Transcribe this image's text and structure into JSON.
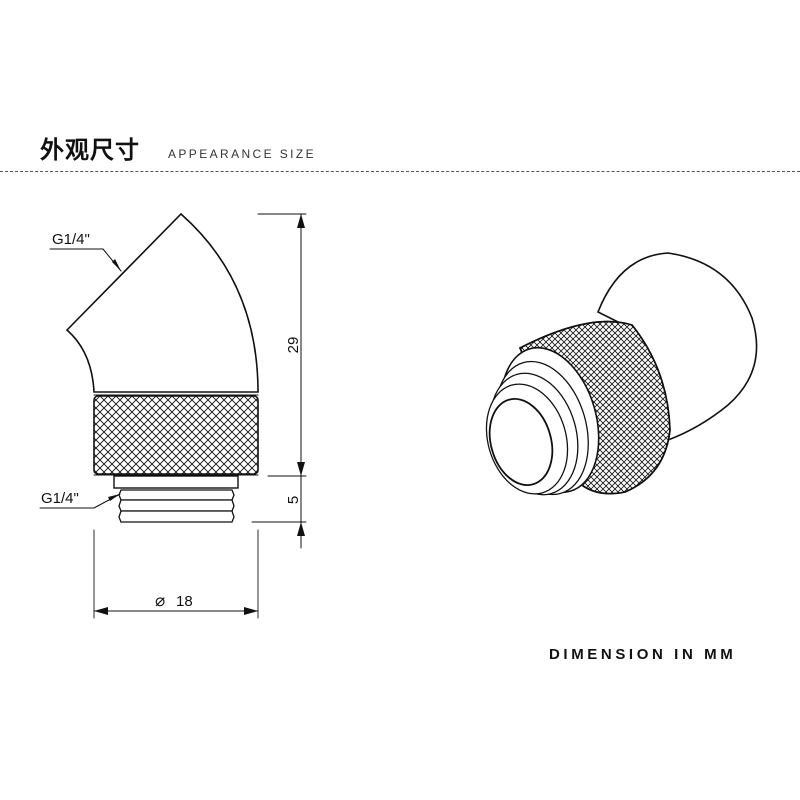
{
  "header": {
    "title_cn": "外观尺寸",
    "title_en": "APPEARANCE SIZE"
  },
  "drawing": {
    "top_thread_label": "G1/4\"",
    "bottom_thread_label": "G1/4\"",
    "height_total": "29",
    "height_thread": "5",
    "diameter_symbol": "⌀",
    "diameter": "18"
  },
  "footer": {
    "unit_note": "DIMENSION IN MM"
  },
  "colors": {
    "line": "#111111",
    "background": "#ffffff"
  }
}
